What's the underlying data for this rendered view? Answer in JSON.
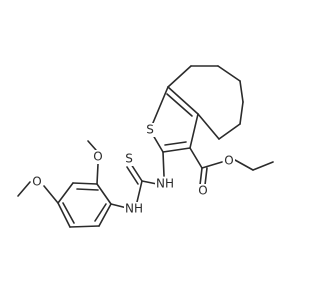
{
  "structure": {
    "atom_labels": {
      "s_thiophene": "S",
      "nh_thiourea_a": "NH",
      "s_thione": "S",
      "nh_thiourea_b": "NH",
      "o_ester_carbonyl": "O",
      "o_ester_single": "O",
      "o_methoxy_top": "O",
      "o_methoxy_bottom": "O"
    }
  },
  "colors": {
    "bond": "#2b2b2b",
    "background": "#ffffff"
  }
}
